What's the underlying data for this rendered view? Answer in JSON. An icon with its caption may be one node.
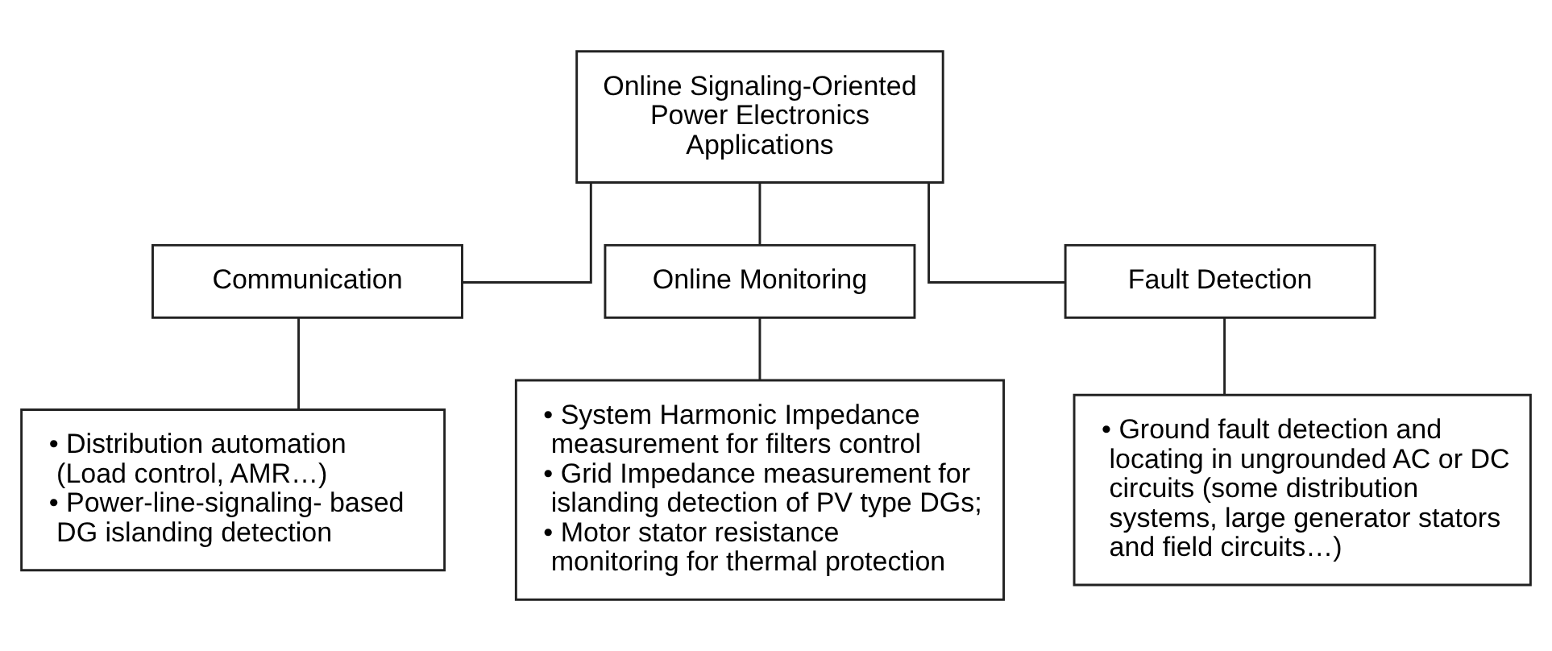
{
  "diagram": {
    "nodes": [
      {
        "text": [
          "Online Signaling-Oriented Power Electronics Applications"
        ]
      },
      {
        "text": [
          "Communication"
        ]
      },
      {
        "text": [
          "Online Monitoring"
        ]
      },
      {
        "text": [
          "Fault Detection"
        ]
      },
      {
        "text": [
          "• Distribution automation (Load control, AMR…)",
          "• Power-line-signaling- based DG islanding detection"
        ]
      },
      {
        "text": [
          "• System Harmonic Impedance measurement for filters control",
          "• Grid Impedance measurement for islanding detection of PV type DGs;",
          "• Motor stator resistance monitoring for thermal protection"
        ]
      },
      {
        "text": [
          "• Ground fault detection and locating in ungrounded AC or DC circuits (some distribution systems, large generator stators and field circuits…)"
        ]
      }
    ],
    "edges": [
      {
        "from": 0,
        "to": 1,
        "arrow": "none"
      },
      {
        "from": 0,
        "to": 2,
        "arrow": "none"
      },
      {
        "from": 0,
        "to": 3,
        "arrow": "none"
      },
      {
        "from": 1,
        "to": 4,
        "arrow": "none"
      },
      {
        "from": 2,
        "to": 5,
        "arrow": "none"
      },
      {
        "from": 3,
        "to": 6,
        "arrow": "none"
      }
    ]
  }
}
